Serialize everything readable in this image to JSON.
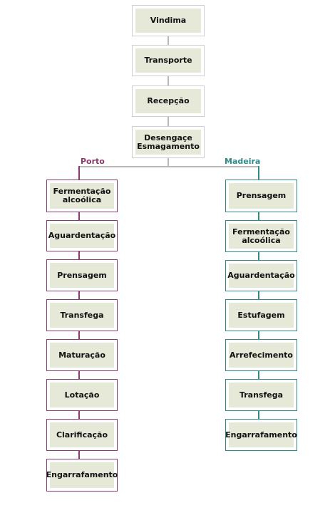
{
  "common_steps": [
    {
      "label": "Vindima"
    },
    {
      "label": "Transporte"
    },
    {
      "label": "Recepção"
    },
    {
      "label": "Desengaçe\nEsmagamento"
    }
  ],
  "branches": {
    "porto": {
      "label": "Porto",
      "color": "#8b3a6e",
      "steps": [
        {
          "label": "Fermentação\nalcoólica"
        },
        {
          "label": "Aguardentação"
        },
        {
          "label": "Prensagem"
        },
        {
          "label": "Transfega"
        },
        {
          "label": "Maturação"
        },
        {
          "label": "Lotação"
        },
        {
          "label": "Clarificação"
        },
        {
          "label": "Engarrafamento"
        }
      ]
    },
    "madeira": {
      "label": "Madeira",
      "color": "#2f8a86",
      "steps": [
        {
          "label": "Prensagem"
        },
        {
          "label": "Fermentação\nalcoólica"
        },
        {
          "label": "Aguardentação"
        },
        {
          "label": "Estufagem"
        },
        {
          "label": "Arrefecimento"
        },
        {
          "label": "Transfega"
        },
        {
          "label": "Engarrafamento"
        }
      ]
    }
  }
}
